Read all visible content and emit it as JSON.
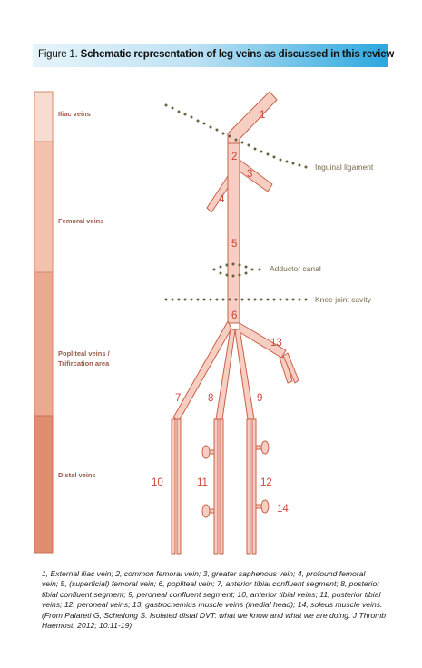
{
  "figure": {
    "label": "Figure 1.",
    "title": "Schematic representation of leg veins as discussed in this review"
  },
  "regions": [
    {
      "id": "iliac",
      "label": "Iliac veins"
    },
    {
      "id": "femoral",
      "label": "Femoral veins"
    },
    {
      "id": "popliteal",
      "label_line1": "Popliteal veins /",
      "label_line2": "Trifircation area"
    },
    {
      "id": "distal",
      "label": "Distal veins"
    }
  ],
  "landmarks": {
    "inguinal": "Inguinal ligament",
    "adductor": "Adductor canal",
    "knee": "Knee joint cavity"
  },
  "vein_numbers": [
    "1",
    "2",
    "3",
    "4",
    "5",
    "6",
    "7",
    "8",
    "9",
    "10",
    "11",
    "12",
    "13",
    "14"
  ],
  "caption": {
    "line1": "1, External iliac vein; 2, common femoral vein; 3, greater saphenous vein; 4, profound femoral",
    "line2": "vein; 5, (superficial) femoral vein; 6, popliteal vein; 7, anterior tibial confluent segment; 8, posterior",
    "line3": "tibial confluent segment; 9, peroneal confluent segment; 10, anterior tibial veins; 11, posterior tibial",
    "line4": "veins; 12, peroneal veins; 13, gastrocnemius muscle veins (medial head); 14, soleus muscle veins.",
    "line5": "(From Palareti G, Schellong S. Isolated distal DVT: what we know and what we are doing. J Thromb",
    "line6": "Haemost. 2012; 10:11-19)"
  },
  "colors": {
    "vein_fill": "#f6cfc2",
    "vein_stroke": "#c9604a",
    "number": "#c8473a",
    "dots": "#6b6040",
    "bar_iliac": "#f9dcd0",
    "bar_femoral": "#f2c2ad",
    "bar_popliteal": "#eaaa90",
    "bar_distal": "#e08e70"
  }
}
